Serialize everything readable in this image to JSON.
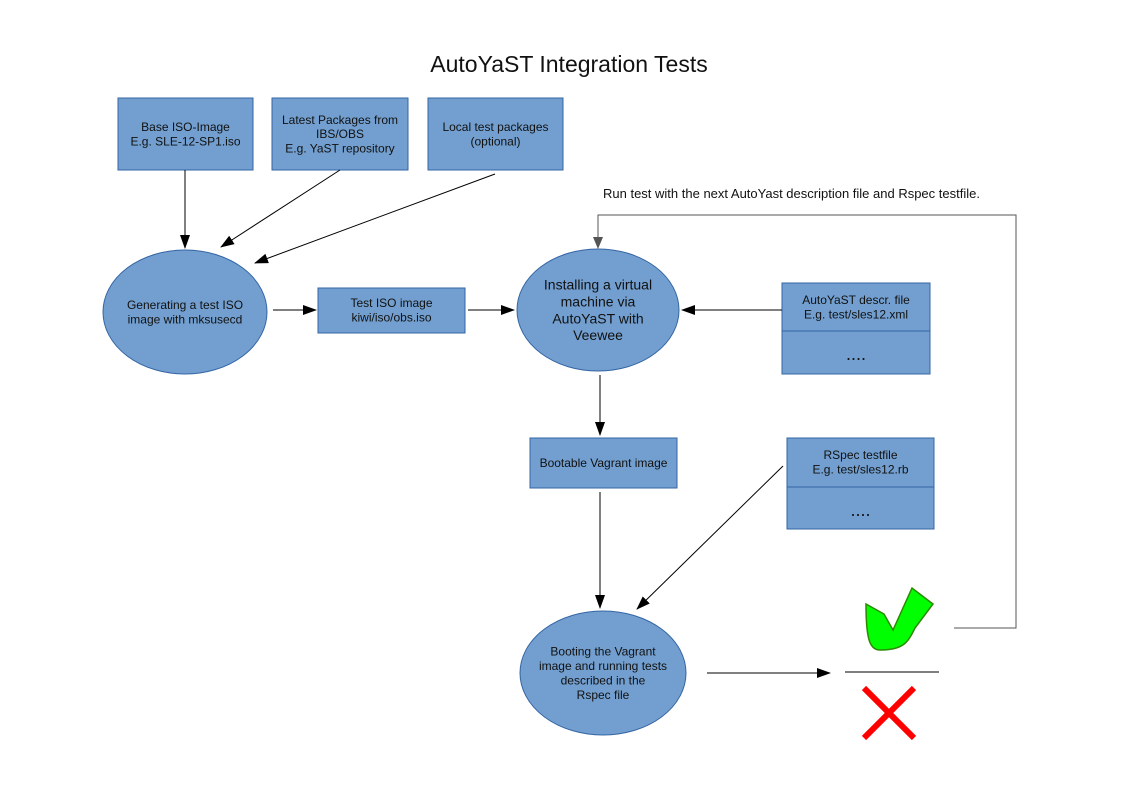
{
  "title": "AutoYaST Integration Tests",
  "note": "Run test with the next AutoYast description file and Rspec testfile.",
  "colors": {
    "box_fill": "#729fcf",
    "box_stroke": "#3465a4",
    "arrow": "#000000",
    "loop_line": "#555555",
    "check": "#00ff00",
    "check_outline": "#2a8a00",
    "cross": "#ff0000"
  },
  "nodes": {
    "base_iso": {
      "lines": [
        "Base ISO-Image",
        "E.g. SLE-12-SP1.iso"
      ]
    },
    "latest_packages": {
      "lines": [
        "Latest Packages from",
        "IBS/OBS",
        "E.g. YaST repository"
      ]
    },
    "local_packages": {
      "lines": [
        "Local test packages",
        "(optional)"
      ]
    },
    "generate_iso": {
      "lines": [
        "Generating a test ISO",
        "image with mksusecd"
      ]
    },
    "test_iso": {
      "lines": [
        "Test ISO image",
        "kiwi/iso/obs.iso"
      ]
    },
    "install_vm": {
      "lines": [
        "Installing a virtual",
        "machine via",
        "AutoYaST with",
        "Veewee"
      ]
    },
    "autoyast_file": {
      "lines": [
        "AutoYaST descr. file",
        "E.g. test/sles12.xml"
      ],
      "more": "...."
    },
    "vagrant_image": {
      "lines": [
        "Bootable Vagrant image"
      ]
    },
    "rspec_file": {
      "lines": [
        "RSpec testfile",
        "E.g. test/sles12.rb"
      ],
      "more": "...."
    },
    "boot_vagrant": {
      "lines": [
        "Booting the Vagrant",
        "image and running tests",
        "described in the",
        "Rspec file"
      ]
    }
  },
  "icons": {
    "success": "checkmark-icon",
    "failure": "cross-icon"
  }
}
